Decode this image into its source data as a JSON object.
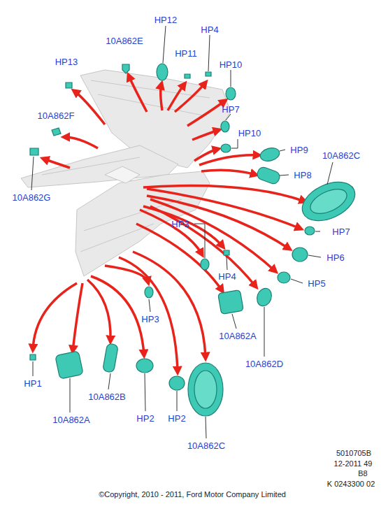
{
  "diagram": {
    "labels": [
      "HP12",
      "10A862E",
      "HP4",
      "HP11",
      "HP13",
      "HP10",
      "HP7",
      "10A862F",
      "HP10",
      "HP9",
      "10A862C",
      "HP8",
      "10A862G",
      "HP3",
      "HP7",
      "HP6",
      "HP4",
      "HP5",
      "HP3",
      "10A862A",
      "10A862D",
      "HP1",
      "10A862B",
      "HP2",
      "10A862A",
      "HP2",
      "10A862C",
      "5010705B",
      "12-2011 49",
      "B8",
      "K 0243300 02",
      "©Copyright, 2010 - 2011, Ford Motor Company Limited"
    ]
  }
}
